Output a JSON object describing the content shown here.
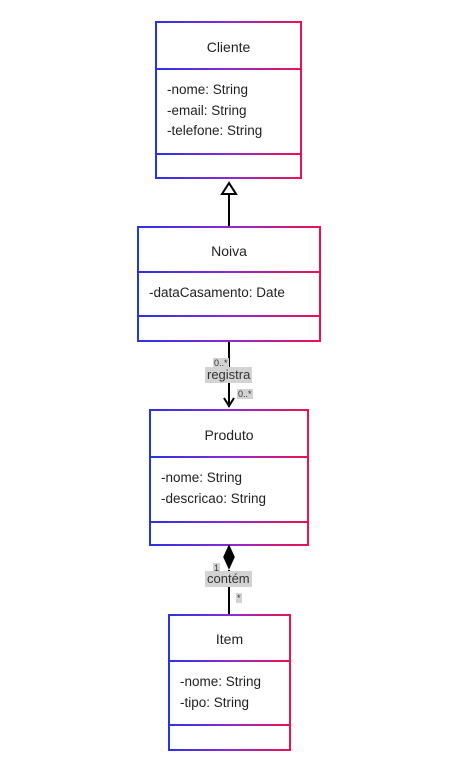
{
  "classes": {
    "cliente": {
      "name": "Cliente",
      "attributes": [
        "-nome: String",
        "-email: String",
        "-telefone: String"
      ]
    },
    "noiva": {
      "name": "Noiva",
      "attributes": [
        "-dataCasamento: Date"
      ]
    },
    "produto": {
      "name": "Produto",
      "attributes": [
        "-nome: String",
        "-descricao: String"
      ]
    },
    "item": {
      "name": "Item",
      "attributes": [
        "-nome: String",
        "-tipo: String"
      ]
    }
  },
  "relations": {
    "inheritance": {
      "from": "Noiva",
      "to": "Cliente",
      "type": "generalization"
    },
    "registra": {
      "label": "registra",
      "source_multiplicity": "0..*",
      "target_multiplicity": "0..*",
      "type": "association"
    },
    "contem": {
      "label": "contém",
      "source_multiplicity": "1",
      "target_multiplicity": "*",
      "type": "composition"
    }
  },
  "colors": {
    "border_start": "#2733e6",
    "border_end": "#ee1150",
    "label_bg": "#d3d3d3"
  }
}
